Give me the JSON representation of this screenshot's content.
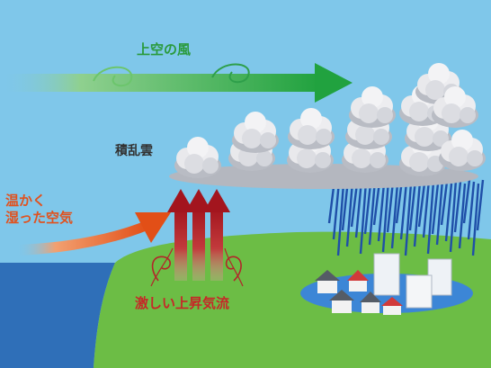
{
  "labels": {
    "upper_wind": "上空の風",
    "cumulonimbus": "積乱雲",
    "warm_humid_air_line1": "温かく",
    "warm_humid_air_line2": "湿った空気",
    "updraft": "激しい上昇気流"
  },
  "colors": {
    "sky": "#7fc7ea",
    "sea": "#2f6fb8",
    "land": "#6cbd45",
    "wind_arrow": "#2fae4a",
    "warm_arrow": "#e9561c",
    "updraft_arrow": "#b3252a",
    "rain": "#1f4fa8",
    "cloud": "#e9e9ec",
    "cloud_shadow": "#b9bcc4"
  },
  "icons": [
    "upper-wind-arrow",
    "warm-air-arrow",
    "updraft-arrows",
    "cumulonimbus-cloud",
    "rain",
    "town-buildings",
    "houses",
    "pond"
  ]
}
